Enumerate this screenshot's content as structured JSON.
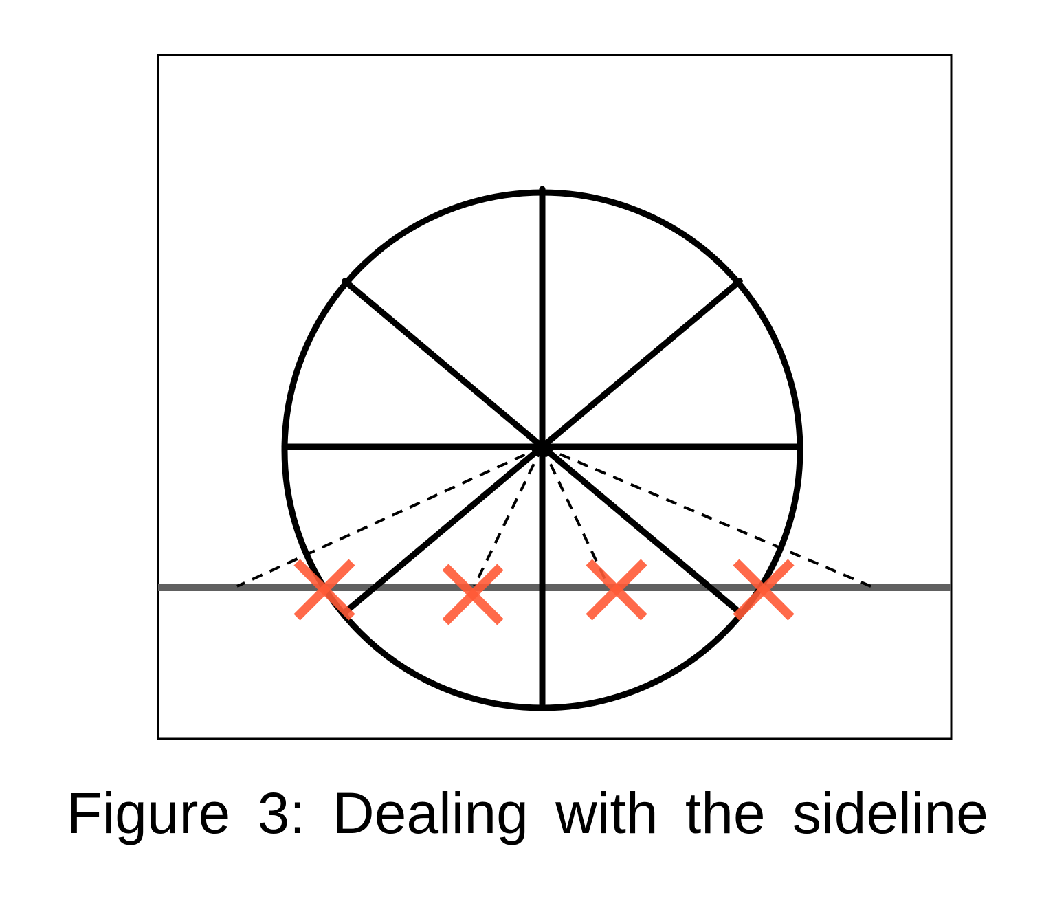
{
  "caption": "Figure 3: Dealing with the sideline",
  "colors": {
    "frame": "#000000",
    "circle": "#000000",
    "sideline": "#606060",
    "marker": "#ff5a36"
  },
  "diagram": {
    "spokes_angles_deg": [
      0,
      40,
      90,
      140,
      180,
      220,
      270,
      320
    ],
    "markers_count": 4,
    "icons": {
      "marker": "cross-mark-icon"
    }
  }
}
